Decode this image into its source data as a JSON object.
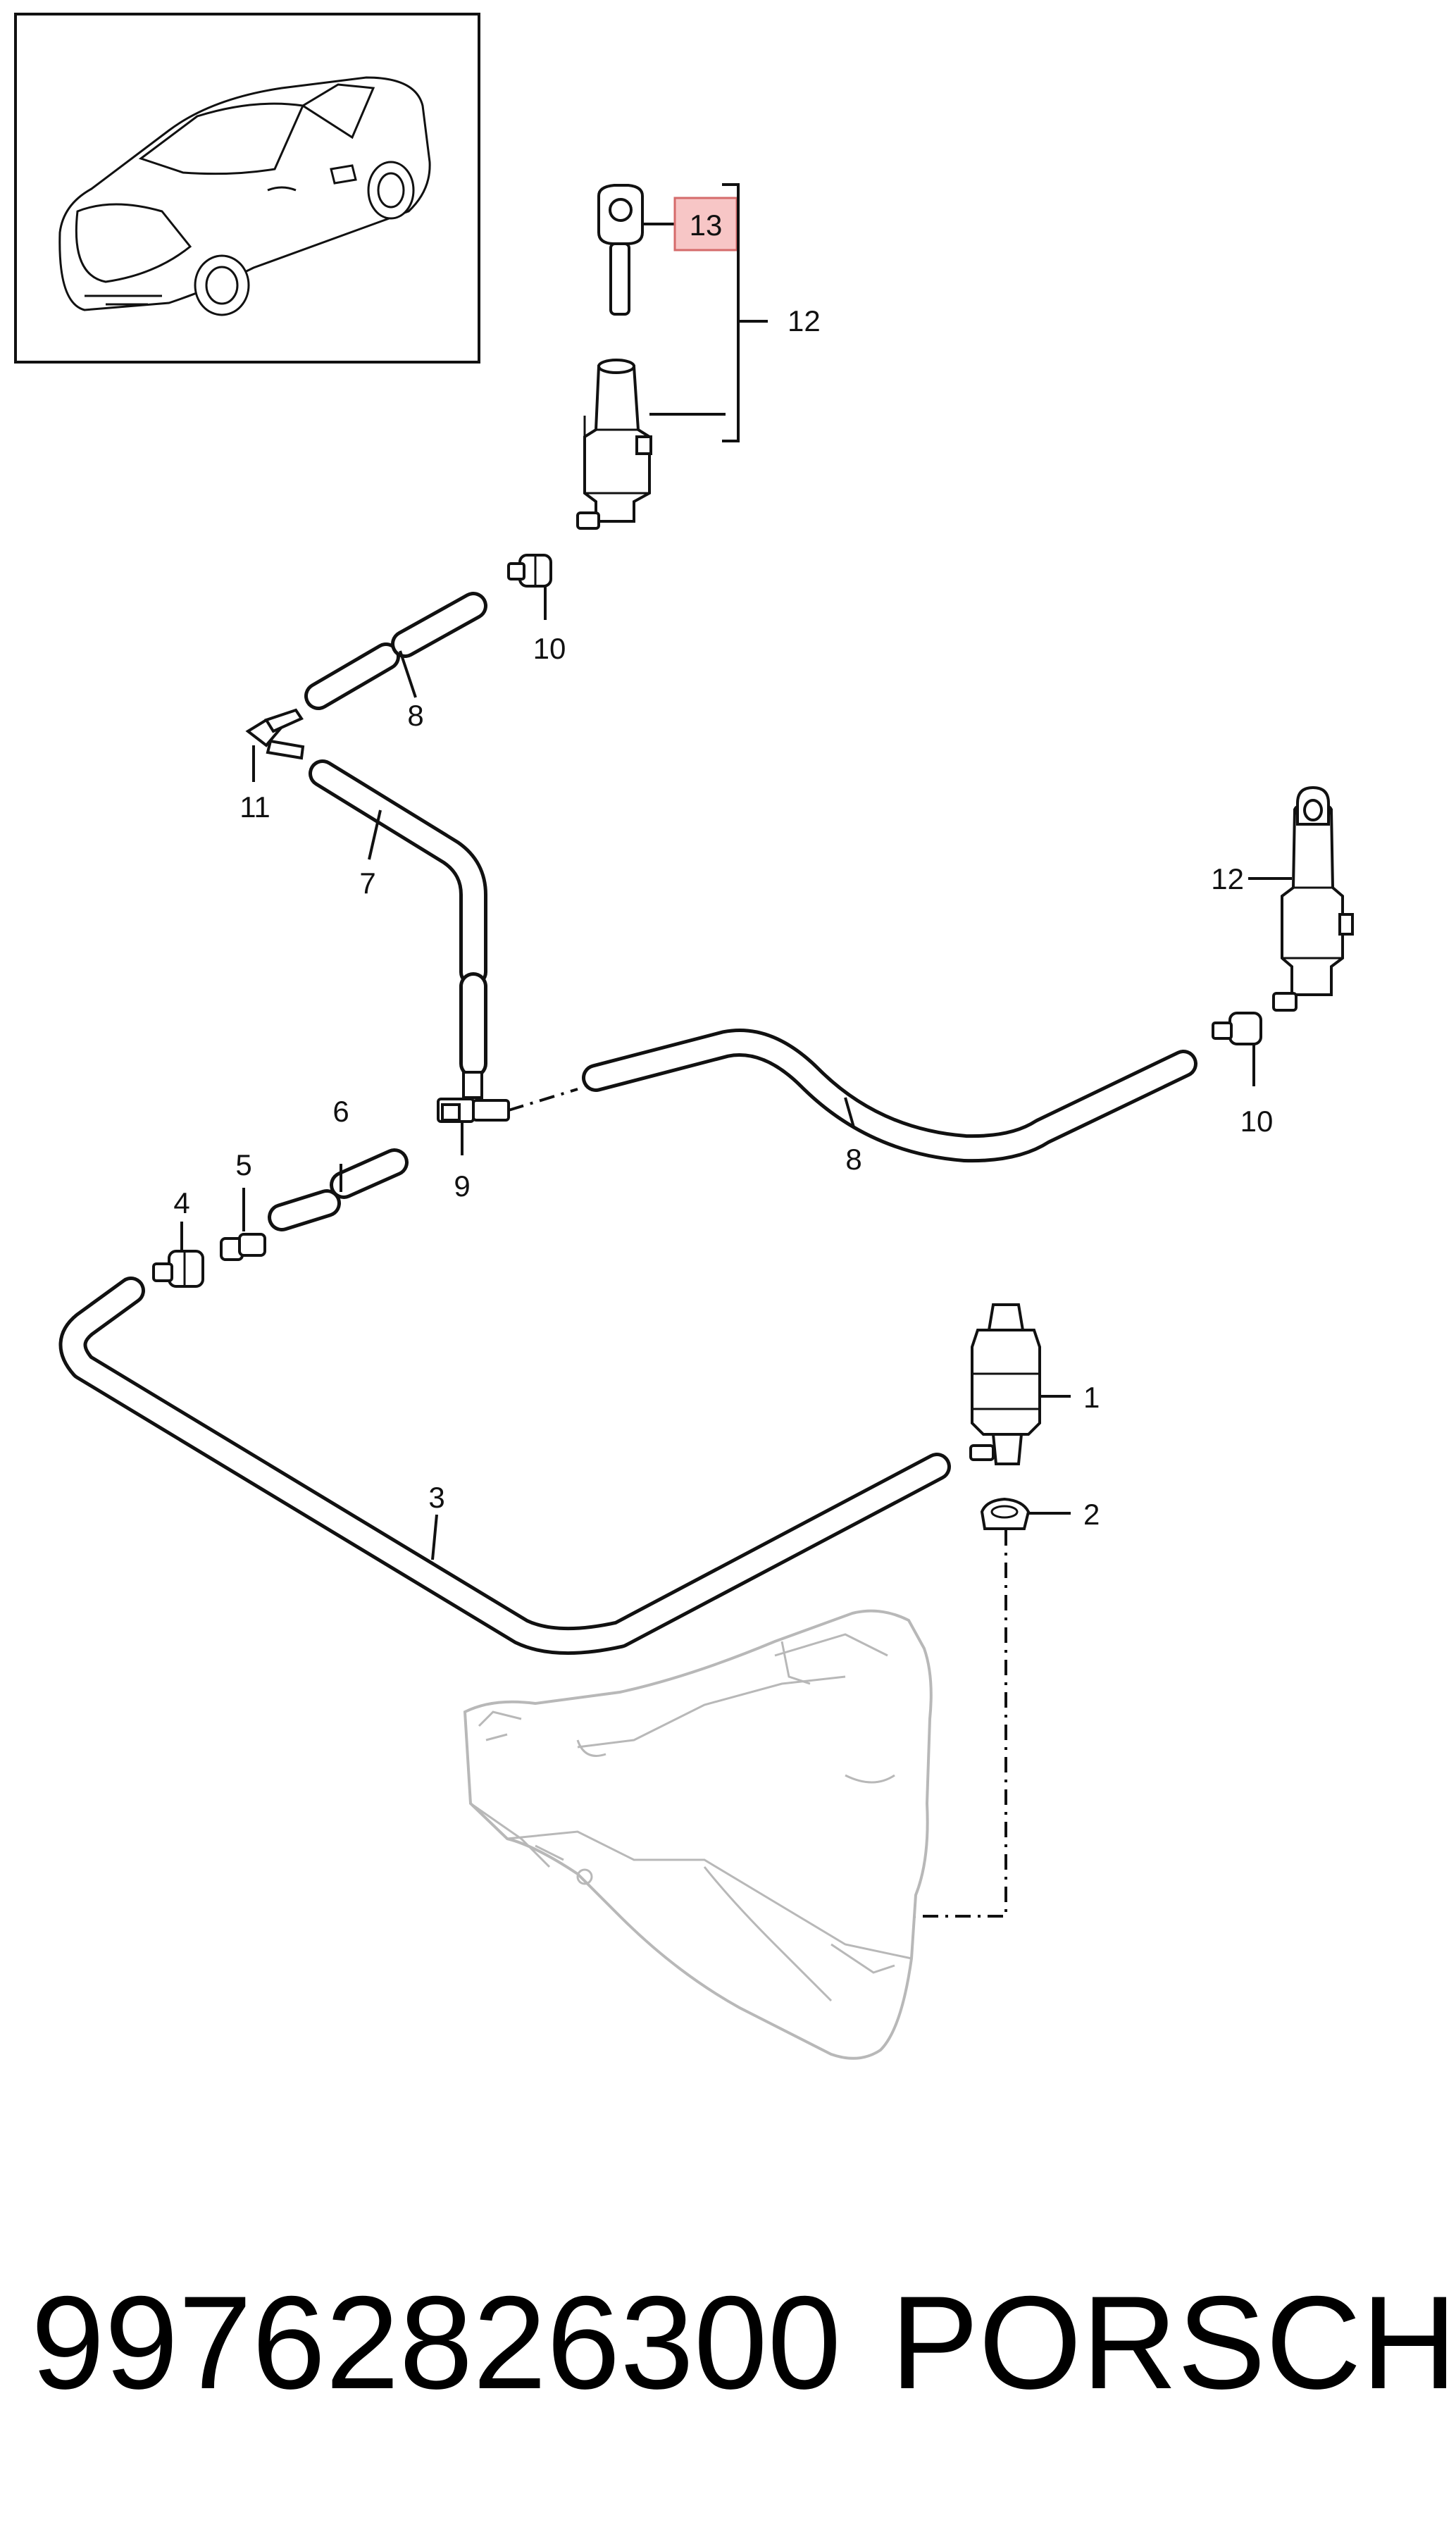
{
  "callouts": {
    "c1": "1",
    "c2": "2",
    "c3": "3",
    "c4": "4",
    "c5": "5",
    "c6": "6",
    "c7": "7",
    "c8a": "8",
    "c8b": "8",
    "c9": "9",
    "c10a": "10",
    "c10b": "10",
    "c11": "11",
    "c12a": "12",
    "c12b": "12",
    "c13": "13"
  },
  "highlight": {
    "part": "13",
    "fill": "#f7c6c6",
    "stroke": "#d56b6b"
  },
  "footer": {
    "part_number": "99762826300",
    "brand": "PORSCHE"
  }
}
